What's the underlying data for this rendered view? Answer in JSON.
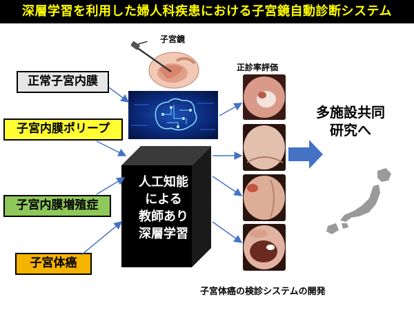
{
  "title": "深層学習を利用した婦人科疾患における子宮鏡自動診断システム",
  "labels": {
    "normal": "正常子宮内膜",
    "polyp": "子宮内膜ポリープ",
    "hyperplasia": "子宮内膜増殖症",
    "cancer": "子宮体癌"
  },
  "hysteroscope_label": "子宮鏡",
  "ai_text": [
    "人工知能",
    "による",
    "教師あり",
    "深層学習"
  ],
  "evaluation_label": "正診率評価",
  "multicenter": [
    "多施設共同",
    "研究へ"
  ],
  "caption": "子宮体癌の検診システムの開発",
  "colors": {
    "title_bg": "#000000",
    "title_text": "#ffff00",
    "arrow": "#4472c4",
    "normal_box": "#e6e6e6",
    "polyp_box": "#ffff33",
    "hyperplasia_box": "#8fc85a",
    "cancer_box": "#f5b400"
  }
}
